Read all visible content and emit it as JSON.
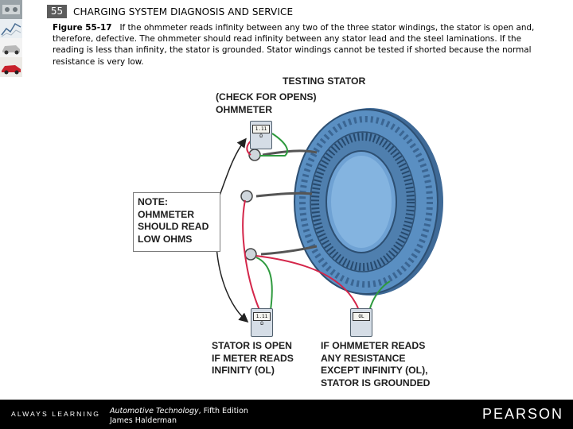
{
  "header": {
    "chapter_number": "55",
    "chapter_title": "CHARGING SYSTEM DIAGNOSIS AND SERVICE"
  },
  "caption": {
    "figure_label": "Figure 55-17",
    "text": "If the ohmmeter reads infinity between any two of the three stator windings, the stator is open and, therefore, defective. The ohmmeter should read infinity between any stator lead and the steel laminations. If the reading is less than infinity, the stator is grounded. Stator windings cannot be tested if shorted because the normal resistance is very low."
  },
  "figure": {
    "title_line1": "TESTING STATOR",
    "title_line2": "(CHECK FOR OPENS)",
    "ohmmeter_label": "OHMMETER",
    "note": "NOTE:\nOHMMETER\nSHOULD READ\nLOW OHMS",
    "meter_top_reading": "1.11 Ω",
    "meter_bottom_left_reading": "1.11 Ω",
    "meter_bottom_right_reading": "OL",
    "open_caption": "STATOR IS OPEN\nIF METER READS\nINFINITY (OL)",
    "grounded_caption": "IF OHMMETER READS\nANY RESISTANCE\nEXCEPT INFINITY (OL),\nSTATOR IS GROUNDED"
  },
  "footer": {
    "tagline": "ALWAYS LEARNING",
    "book_title": "Automotive Technology",
    "book_edition": ", Fifth Edition",
    "author": "James Halderman",
    "publisher": "PEARSON"
  },
  "colors": {
    "stator_blue": "#5a8fc2",
    "stator_dark": "#2d4f72",
    "lead_red": "#d4264a",
    "lead_green": "#2e9a3e",
    "footer_bg": "#000000"
  }
}
